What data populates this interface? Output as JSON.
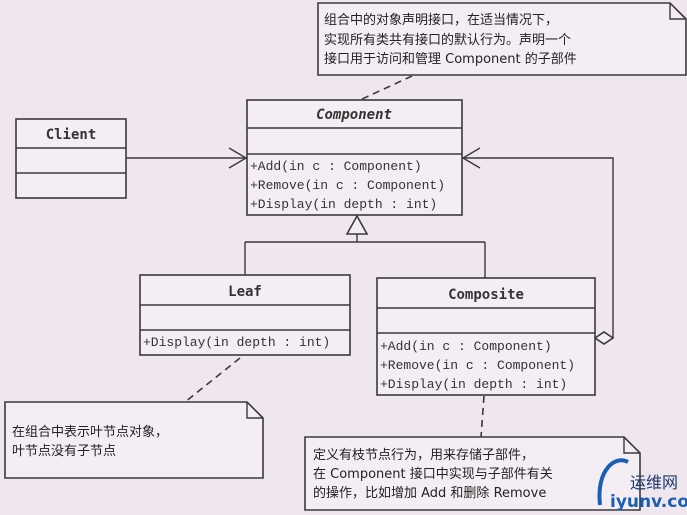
{
  "classes": {
    "component": {
      "name": "Component",
      "ops": [
        "+Add(in c : Component)",
        "+Remove(in c : Component)",
        "+Display(in depth : int)"
      ]
    },
    "client": {
      "name": "Client"
    },
    "leaf": {
      "name": "Leaf",
      "ops": [
        "+Display(in depth : int)"
      ]
    },
    "composite": {
      "name": "Composite",
      "ops": [
        "+Add(in c : Component)",
        "+Remove(in c : Component)",
        "+Display(in depth : int)"
      ]
    }
  },
  "notes": {
    "component": [
      "组合中的对象声明接口，在适当情况下，",
      "实现所有类共有接口的默认行为。声明一个",
      "接口用于访问和管理 Component 的子部件"
    ],
    "leaf": [
      "在组合中表示叶节点对象，",
      "叶节点没有子节点"
    ],
    "composite": [
      "定义有枝节点行为，用来存储子部件，",
      "在 Component 接口中实现与子部件有关",
      "的操作，比如增加 Add 和删除 Remove"
    ]
  },
  "watermark": {
    "cn": "运维网",
    "en": "iyunv.com",
    "color": "#1a5fb4"
  }
}
